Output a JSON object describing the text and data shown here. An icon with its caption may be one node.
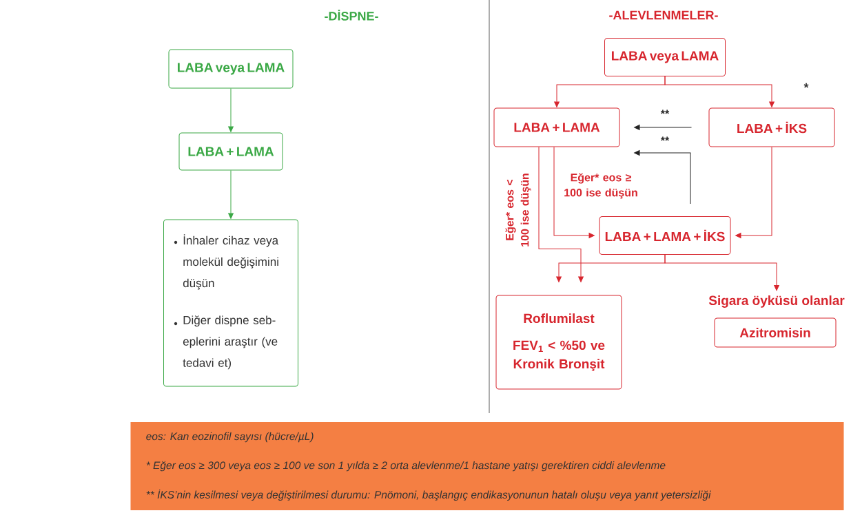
{
  "diagram": {
    "nodes": [
      {
        "text": [
          "LABA veya LAMA"
        ]
      },
      {
        "text": [
          "LABA + LAMA"
        ]
      },
      {
        "text": [
          "İnhaler cihaz veya molekül değişimini düşün",
          "Diğer dispne seb- eplerini araştır (ve tedavi et)"
        ]
      },
      {
        "text": [
          "LABA veya LAMA"
        ]
      },
      {
        "text": [
          "LABA + LAMA"
        ]
      },
      {
        "text": [
          "LABA + İKS"
        ]
      },
      {
        "text": [
          "LABA + LAMA + İKS"
        ]
      },
      {
        "text": [
          "Roflumilast",
          "FEV$_{1}$ < %50 ve Kronik Bronşit"
        ]
      },
      {
        "text": [
          "Sigara öyküsü olanlar",
          "Azitromisin"
        ]
      },
      {
        "text": [
          "eos: Kan eozinofil sayısı (hücre/µL)",
          "* Eğer eos ≥ 300 veya eos ≥ 100 ve son 1 yılda ≥ 2 orta alevlenme/1 hastane yatışı gerektiren ciddi alevlenme",
          "** İKS’nin kesilmesi veya değiştirilmesi durumu: Pnömoni, başlangıç endikasyonunun hatalı oluşu veya yanıt yetersizliği"
        ]
      }
    ],
    "edges": [
      {
        "from": 0,
        "to": 1,
        "arrow": "to",
        "color": "#3aa845"
      },
      {
        "from": 1,
        "to": 2,
        "arrow": "to",
        "color": "#3aa845"
      },
      {
        "from": 3,
        "to": 4,
        "arrow": "to"
      },
      {
        "from": 3,
        "to": 5,
        "arrow": "to"
      },
      {
        "from": 5,
        "to": 4,
        "arrow": "to",
        "label": "**",
        "color": "#222222"
      },
      {
        "from": 6,
        "to": 4,
        "arrow": "to",
        "label": "**",
        "color": "#222222"
      },
      {
        "from": 4,
        "to": 6,
        "arrow": "to",
        "label": "Eğer* eos ≥ 100 ise düşün"
      },
      {
        "from": 5,
        "to": 6,
        "arrow": "to"
      },
      {
        "from": 4,
        "to": 7,
        "arrow": "to",
        "label": "Eğer* eos < 100 ise düşün"
      },
      {
        "from": 6,
        "to": 7,
        "arrow": "to"
      },
      {
        "from": 6,
        "to": 8,
        "arrow": "to"
      }
    ],
    "labels": [
      "-DİSPNE-",
      "-ALEVLENMELER-",
      "*"
    ]
  }
}
